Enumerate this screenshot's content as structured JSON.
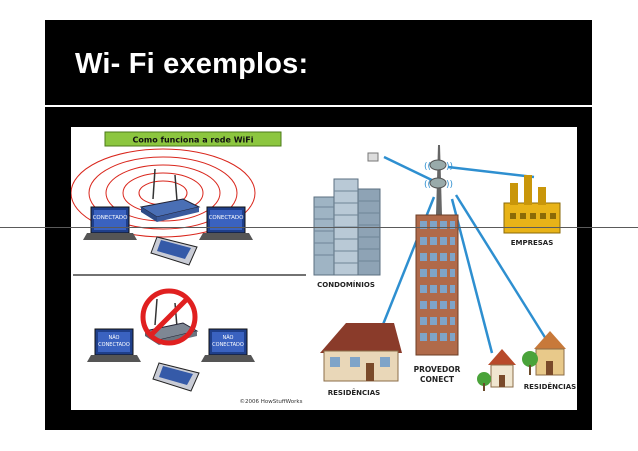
{
  "slide": {
    "title": "Wi- Fi exemplos:"
  },
  "left_figure": {
    "banner": "Como funciona a rede WiFi",
    "laptop_connected_label": "CONECTADO",
    "laptop_not_connected_label_line1": "NÃO",
    "laptop_not_connected_label_line2": "CONECTADO",
    "copyright": "©2006 HowStuffWorks",
    "colors": {
      "banner": "#8cc63f",
      "rings": "#d9261c",
      "prohibited": "#e02020"
    }
  },
  "right_figure": {
    "condominios": "CONDOMÍNIOS",
    "residencias_left": "RESIDÊNCIAS",
    "provedor_line1": "PROVEDOR",
    "provedor_line2": "CONECT",
    "empresas": "EMPRESAS",
    "residencias_right": "RESIDÊNCIAS",
    "colors": {
      "link": "#2e8fd0",
      "tower": "#b06a4a",
      "factory": "#e8b318"
    }
  }
}
